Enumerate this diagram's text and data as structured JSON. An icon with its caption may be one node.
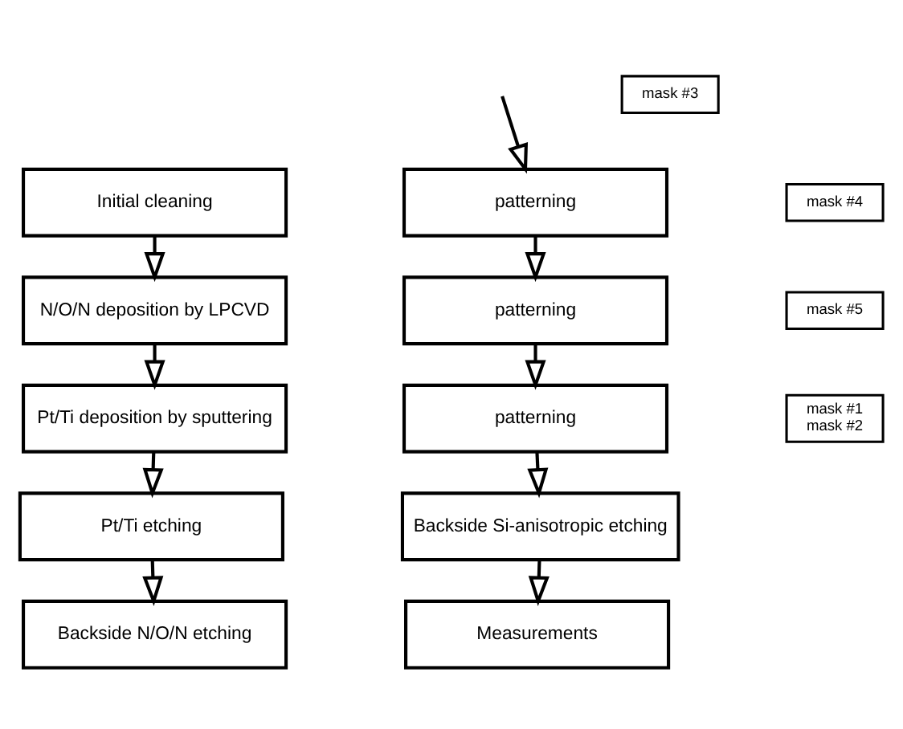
{
  "diagram": {
    "nodes": [
      {
        "text": [
          "Initial cleaning"
        ]
      },
      {
        "text": [
          "N/O/N deposition by LPCVD"
        ]
      },
      {
        "text": [
          "Pt/Ti deposition by sputtering"
        ]
      },
      {
        "text": [
          "mask #1",
          "mask #2"
        ]
      },
      {
        "text": [
          "Pt/Ti etching"
        ]
      },
      {
        "text": [
          "Backside N/O/N etching"
        ]
      },
      {
        "text": [
          "mask #3"
        ]
      },
      {
        "text": [
          "patterning"
        ]
      },
      {
        "text": [
          "mask #4"
        ]
      },
      {
        "text": [
          "patterning"
        ]
      },
      {
        "text": [
          "mask #5"
        ]
      },
      {
        "text": [
          "patterning"
        ]
      },
      {
        "text": [
          "Backside Si-anisotropic etching"
        ]
      },
      {
        "text": [
          "Measurements"
        ]
      }
    ],
    "edges": [
      {
        "from": 0,
        "to": 1,
        "arrow": "to"
      },
      {
        "from": 1,
        "to": 2,
        "arrow": "to"
      },
      {
        "from": 2,
        "to": 4,
        "arrow": "to"
      },
      {
        "from": 4,
        "to": 5,
        "arrow": "to"
      },
      {
        "from": null,
        "to": 7,
        "arrow": "to"
      },
      {
        "from": 7,
        "to": 9,
        "arrow": "to"
      },
      {
        "from": 9,
        "to": 11,
        "arrow": "to"
      },
      {
        "from": 11,
        "to": 12,
        "arrow": "to"
      },
      {
        "from": 12,
        "to": 13,
        "arrow": "to"
      }
    ]
  }
}
